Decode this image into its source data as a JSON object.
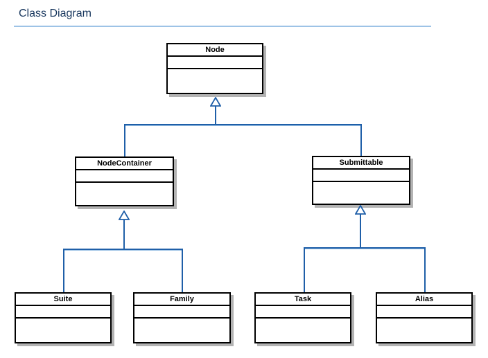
{
  "page": {
    "title": "Class Diagram"
  },
  "colors": {
    "background": "#FFFFFF",
    "title_text": "#17365D",
    "accent_blue": "#1F5FA8",
    "accent_light": "#9DC3E6",
    "box_border": "#000000",
    "box_fill": "#FFFFFF",
    "box_shadow_gray": "#B3B3B3",
    "text": "#000000"
  },
  "classes": [
    {
      "name": "Node",
      "attributes": [],
      "operations": []
    },
    {
      "name": "NodeContainer",
      "attributes": [],
      "operations": []
    },
    {
      "name": "Submittable",
      "attributes": [],
      "operations": []
    },
    {
      "name": "Suite",
      "attributes": [],
      "operations": []
    },
    {
      "name": "Family",
      "attributes": [],
      "operations": []
    },
    {
      "name": "Task",
      "attributes": [],
      "operations": []
    },
    {
      "name": "Alias",
      "attributes": [],
      "operations": []
    }
  ],
  "relationships": [
    {
      "type": "generalization",
      "parent": "Node",
      "children": [
        "NodeContainer",
        "Submittable"
      ]
    },
    {
      "type": "generalization",
      "parent": "NodeContainer",
      "children": [
        "Suite",
        "Family"
      ]
    },
    {
      "type": "generalization",
      "parent": "Submittable",
      "children": [
        "Task",
        "Alias"
      ]
    }
  ]
}
